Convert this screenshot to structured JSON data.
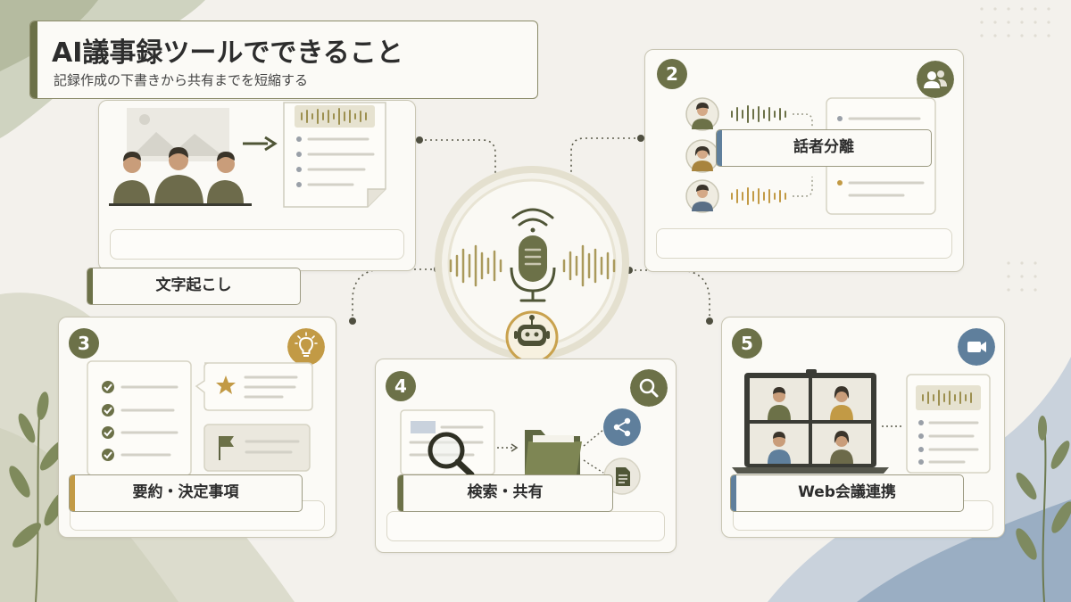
{
  "title": "AI議事録ツールでできること",
  "subtitle": "記録作成の下書きから共有までを短縮する",
  "cards": [
    {
      "label": "文字起こし",
      "number": ""
    },
    {
      "label": "話者分離",
      "number": "2"
    },
    {
      "label": "要約・決定事項",
      "number": "3"
    },
    {
      "label": "検索・共有",
      "number": "4"
    },
    {
      "label": "Web会議連携",
      "number": "5"
    }
  ],
  "icons": {
    "card2": "people-icon",
    "card3": "lightbulb-icon",
    "card4": "search-icon",
    "card5": "video-camera-icon",
    "center": "microphone-icon",
    "bot": "robot-icon"
  },
  "colors": {
    "olive": "#6c7148",
    "gold": "#c29a45",
    "blue": "#5f7f9c",
    "background": "#f3f1ec"
  }
}
